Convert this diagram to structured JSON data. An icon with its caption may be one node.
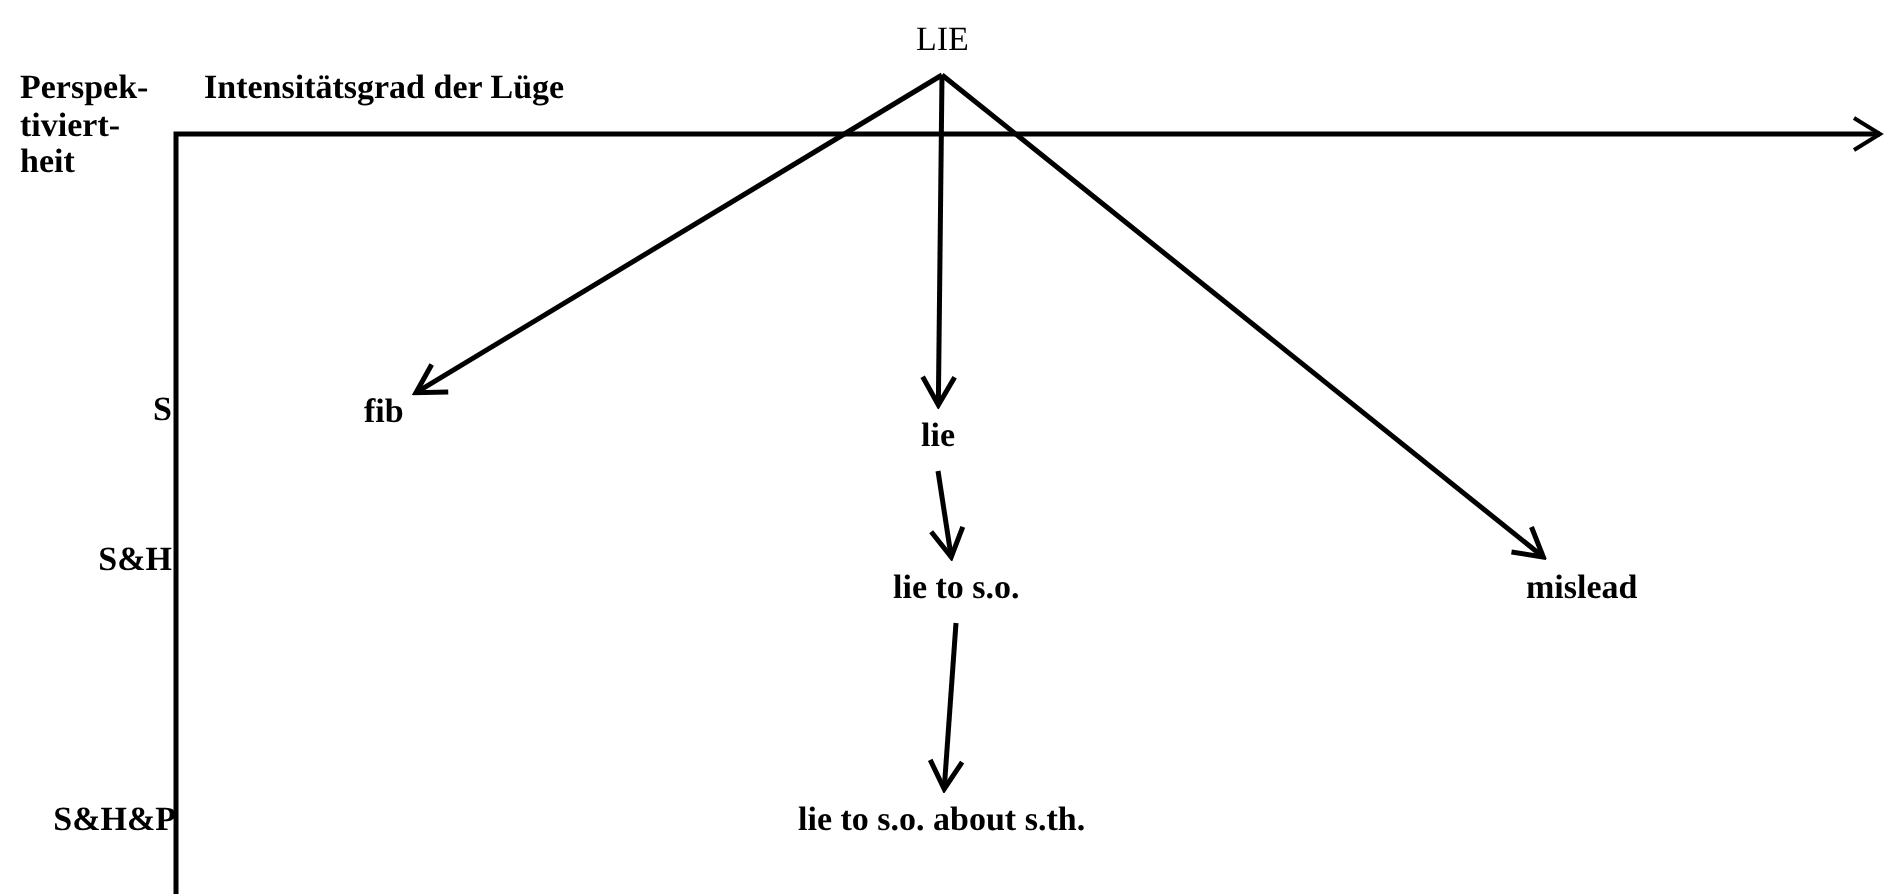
{
  "diagram": {
    "nodes": [
      {
        "text": [
          "LIE"
        ]
      },
      {
        "text": [
          "fib"
        ]
      },
      {
        "text": [
          "lie"
        ]
      },
      {
        "text": [
          "lie to s.o."
        ]
      },
      {
        "text": [
          "mislead"
        ]
      },
      {
        "text": [
          "lie to s.o. about s.th."
        ]
      }
    ],
    "edges": [
      {
        "from": 0,
        "to": 1,
        "arrow": "to"
      },
      {
        "from": 0,
        "to": 2,
        "arrow": "to"
      },
      {
        "from": 0,
        "to": 4,
        "arrow": "to"
      },
      {
        "from": 2,
        "to": 3,
        "arrow": "to"
      },
      {
        "from": 3,
        "to": 5,
        "arrow": "to"
      }
    ],
    "labels": [
      "Perspek- tiviert- heit",
      "Intensitätsgrad der Lüge",
      "S",
      "S&H",
      "S&H&P"
    ]
  }
}
